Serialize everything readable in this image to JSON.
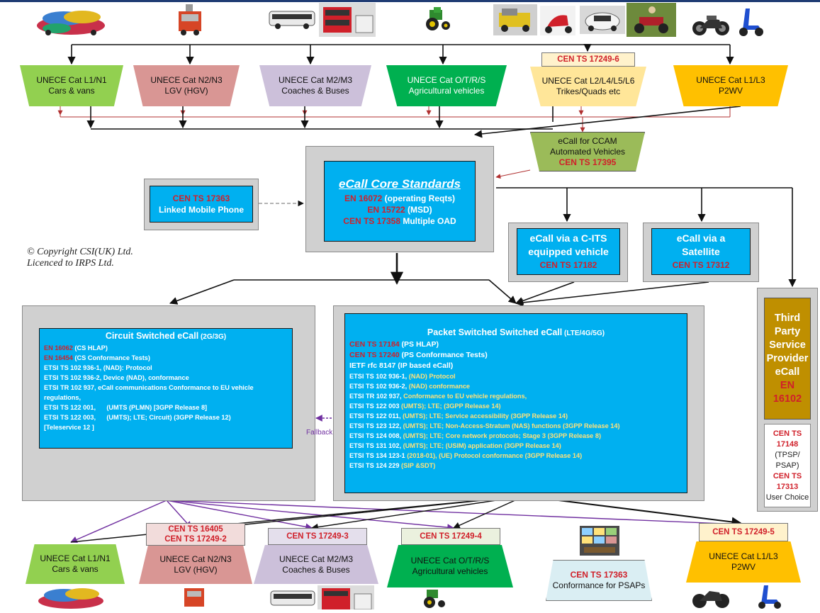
{
  "top": {
    "cars_vans": {
      "line1": "UNECE Cat L1/N1",
      "line2": "Cars & vans"
    },
    "lgv": {
      "line1": "UNECE Cat N2/N3",
      "line2": "LGV (HGV)"
    },
    "coaches": {
      "line1": "UNECE Cat M2/M3",
      "line2": "Coaches & Buses"
    },
    "agri": {
      "line1": "UNECE Cat O/T/R/S",
      "line2": "Agricultural vehicles"
    },
    "trikes": {
      "tag": "CEN TS 17249-6",
      "line1": "UNECE Cat L2/L4/L5/L6",
      "line2": "Trikes/Quads etc"
    },
    "p2wv": {
      "line1": "UNECE Cat L1/L3",
      "line2": "P2WV"
    }
  },
  "ccam": {
    "line1": "eCall for CCAM",
    "line2": "Automated Vehicles",
    "std": "CEN TS 17395"
  },
  "core": {
    "title": "eCall Core Standards",
    "l1_std": "EN 16072",
    "l1_txt": " (operating Reqts)",
    "l2_std": "EN 15722",
    "l2_txt": " (MSD)",
    "l3_std": "CEN TS 17358",
    "l3_txt": " Multiple OAD"
  },
  "linked": {
    "std": "CEN TS 17363",
    "text": "Linked Mobile Phone"
  },
  "copyright": {
    "line1": "© Copyright CSI(UK) Ltd.",
    "line2": "Licenced to IRPS Ltd."
  },
  "cits": {
    "line1": "eCall via a C-ITS",
    "line2": "equipped vehicle",
    "std": "CEN TS 17182"
  },
  "satellite": {
    "line1": "eCall via a",
    "line2": "Satellite",
    "std": "CEN TS 17312"
  },
  "tpsp": {
    "lines": [
      "Third",
      "Party",
      "Service",
      "Provider",
      "eCall"
    ],
    "std1": "EN",
    "std2": "16102",
    "sub_std1a": "CEN TS",
    "sub_std1b": "17148",
    "sub_txt1": "(TPSP/",
    "sub_txt2": "PSAP)",
    "sub_std2a": "CEN TS",
    "sub_std2b": "17313",
    "sub_txt3": "User Choice"
  },
  "circuit": {
    "title": "Circuit Switched eCall",
    "title_suffix": " (2G/3G)",
    "lines": [
      {
        "std": "EN 16062",
        "txt": " (CS HLAP)"
      },
      {
        "std": "EN 16454",
        "txt": " (CS Conformance Tests)"
      },
      {
        "a": "ETSI TS 102 936-1, ",
        "b": "(NAD): Protocol"
      },
      {
        "a": "ETSI TS 102 936-2, ",
        "b": "Device (NAD), conformance"
      },
      {
        "a": "ETSI TR 102 937, ",
        "b": "eCall communications Conformance to EU vehicle"
      },
      {
        "a": "regulations,",
        "b": ""
      },
      {
        "a": "ETSI TS 122 001,      ",
        "b": "(UMTS (PLMN) [3GPP Release 8]"
      },
      {
        "a": "ETSI TS 122 003,      ",
        "b": "(UMTS); LTE; Circuit) (3GPP Release 12)"
      },
      {
        "a": "[Teleservice 12 ]",
        "b": ""
      }
    ]
  },
  "fallback": "Fallback",
  "packet": {
    "title": "Packet Switched Switched eCall",
    "title_suffix": " (LTE/4G/5G)",
    "red_lines": [
      {
        "std": "CEN TS 17184",
        "txt": " (PS HLAP)"
      },
      {
        "std": "CEN TS 17240",
        "txt": " (PS Conformance Tests)"
      }
    ],
    "ietf": "IETF rfc  8147 (IP based eCall)",
    "lines": [
      {
        "a": "ETSI TS 102 936-1, ",
        "b": "(NAD) Protocol"
      },
      {
        "a": "ETSI TS 102 936-2, ",
        "b": "(NAD) conformance"
      },
      {
        "a": "ETSI TR 102 937, ",
        "b": "Conformance to EU vehicle regulations,"
      },
      {
        "a": "ETSI TS 122 003 ",
        "b": "(UMTS); LTE; (3GPP Release 14)"
      },
      {
        "a": "ETSI TS 122 011, ",
        "b": "(UMTS); LTE; Service accessibility (3GPP Release 14)"
      },
      {
        "a": "ETSI TS 123 122, ",
        "b": "(UMTS); LTE; Non-Access-Stratum (NAS) functions (3GPP Release 14)"
      },
      {
        "a": "ETSI TS 124 008, ",
        "b": "(UMTS); LTE; Core network protocols; Stage 3 (3GPP Release 8)"
      },
      {
        "a": "ETSI TS 131 102, ",
        "b": "(UMTS); LTE; (USIM) application (3GPP Release 14)"
      },
      {
        "a": "ETSI TS 134 123-1 ",
        "b": "(2018-01), (UE) Protocol conformance (3GPP Release 14)"
      },
      {
        "a": "ETSI TS 124 229 ",
        "b": "(SIP &SDT)"
      }
    ]
  },
  "bottom": {
    "cars_vans": {
      "line1": "UNECE Cat L1/N1",
      "line2": "Cars & vans"
    },
    "lgv": {
      "tag1": "CEN TS 16405",
      "tag2": "CEN TS 17249-2",
      "line1": "UNECE Cat N2/N3",
      "line2": "LGV (HGV)"
    },
    "coaches": {
      "tag": "CEN TS 17249-3",
      "line1": "UNECE Cat M2/M3",
      "line2": "Coaches & Buses"
    },
    "agri": {
      "tag": "CEN TS 17249-4",
      "line1": "UNECE Cat O/T/R/S",
      "line2": "Agricultural vehicles"
    },
    "psap": {
      "std": "CEN TS 17363",
      "text": "Conformance for PSAPs"
    },
    "p2wv": {
      "tag": "CEN TS 17249-5",
      "line1": "UNECE Cat L1/L3",
      "line2": "P2WV"
    }
  },
  "colors": {
    "green": "#92d050",
    "salmon": "#d99694",
    "lavender": "#ccc0da",
    "dark_green": "#00b050",
    "light_yellow": "#ffe699",
    "orange": "#ffc000",
    "olive": "#9bbb59",
    "blue": "#00b0f0",
    "gold": "#bf8f00",
    "grey": "#d0d0d0",
    "purple": "#7030a0",
    "red": "#d0202a"
  },
  "icons": [
    "car-pile-icon",
    "truck-icon",
    "coach-icon",
    "bus-icon",
    "tractor-icon",
    "utility-vehicle-icon",
    "scooter-icon",
    "microcar-icon",
    "quad-bike-icon",
    "motorcycle-icon",
    "psap-control-room-icon"
  ]
}
